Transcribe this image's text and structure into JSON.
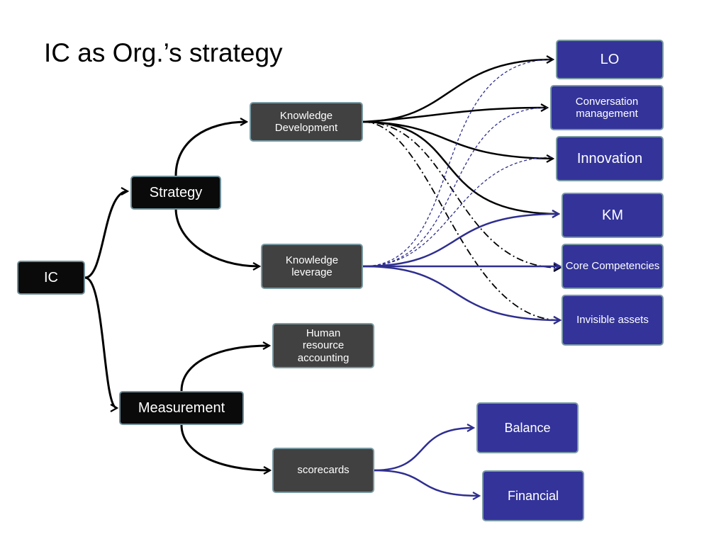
{
  "slide": {
    "title": "IC as Org.’s strategy"
  },
  "nodes": {
    "ic": "IC",
    "strategy": "Strategy",
    "measurement": "Measurement",
    "knowledge_development": "Knowledge Development",
    "knowledge_leverage": "Knowledge leverage",
    "human_resource_accounting": "Human resource accounting",
    "scorecards": "scorecards",
    "lo": "LO",
    "conversation_management": "Conversation management",
    "innovation": "Innovation",
    "km": "KM",
    "core_competencies": "Core Competencies",
    "invisible_assets": "Invisible assets",
    "balance": "Balance",
    "financial": "Financial"
  },
  "colors": {
    "black_box": "#0a0a0a",
    "gray_box": "#414141",
    "blue_box": "#33339a",
    "box_border": "#7a9aa3",
    "blue_connector": "#2e2e90"
  }
}
